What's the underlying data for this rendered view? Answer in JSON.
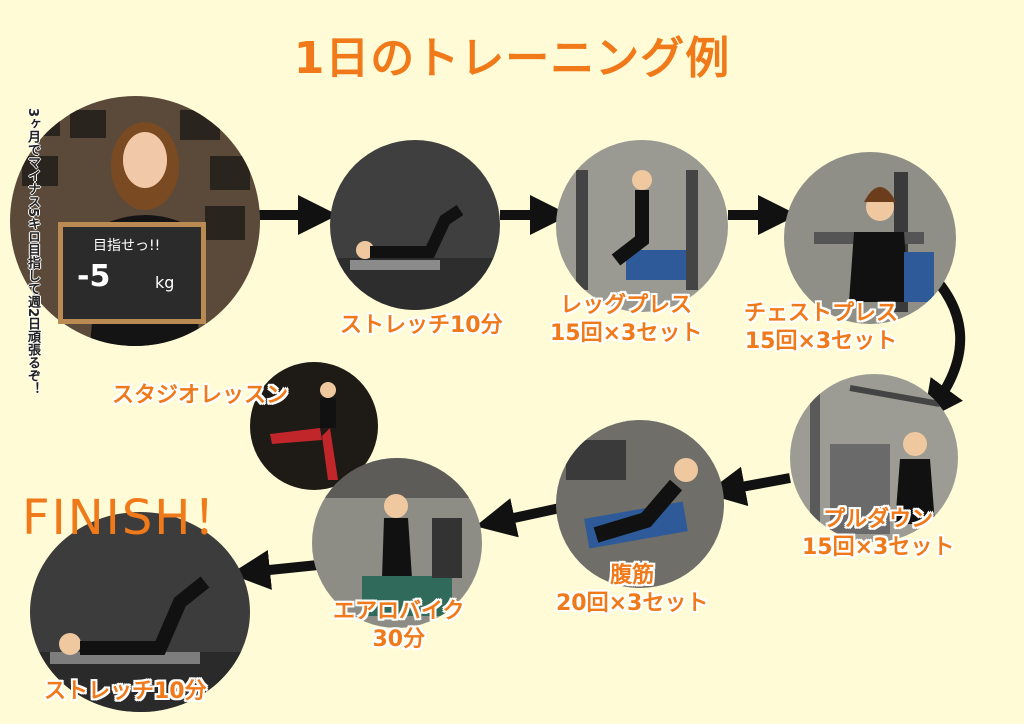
{
  "title": "1日のトレーニング例",
  "finish": "FINISH！",
  "intro": {
    "note": "3ヶ月でマイナス5キロ目指して週2日頑張るぞ！",
    "chalkboard": {
      "line1": "目指せっ!!",
      "line2": "-5",
      "line3": "kg"
    }
  },
  "steps": [
    {
      "lines": [
        "ストレッチ10分"
      ]
    },
    {
      "lines": [
        "レッグプレス",
        "15回×3セット"
      ]
    },
    {
      "lines": [
        "チェストプレス",
        "15回×3セット"
      ]
    },
    {
      "lines": [
        "プルダウン",
        "15回×3セット"
      ]
    },
    {
      "lines": [
        "腹筋",
        "20回×3セット"
      ]
    },
    {
      "lines": [
        "エアロバイク",
        "30分"
      ]
    },
    {
      "lines": [
        "スタジオレッスン"
      ]
    },
    {
      "lines": [
        "ストレッチ10分"
      ]
    }
  ],
  "colors": {
    "background": "#fefbd6",
    "accent": "#f07a1a",
    "arrow": "#111111"
  }
}
